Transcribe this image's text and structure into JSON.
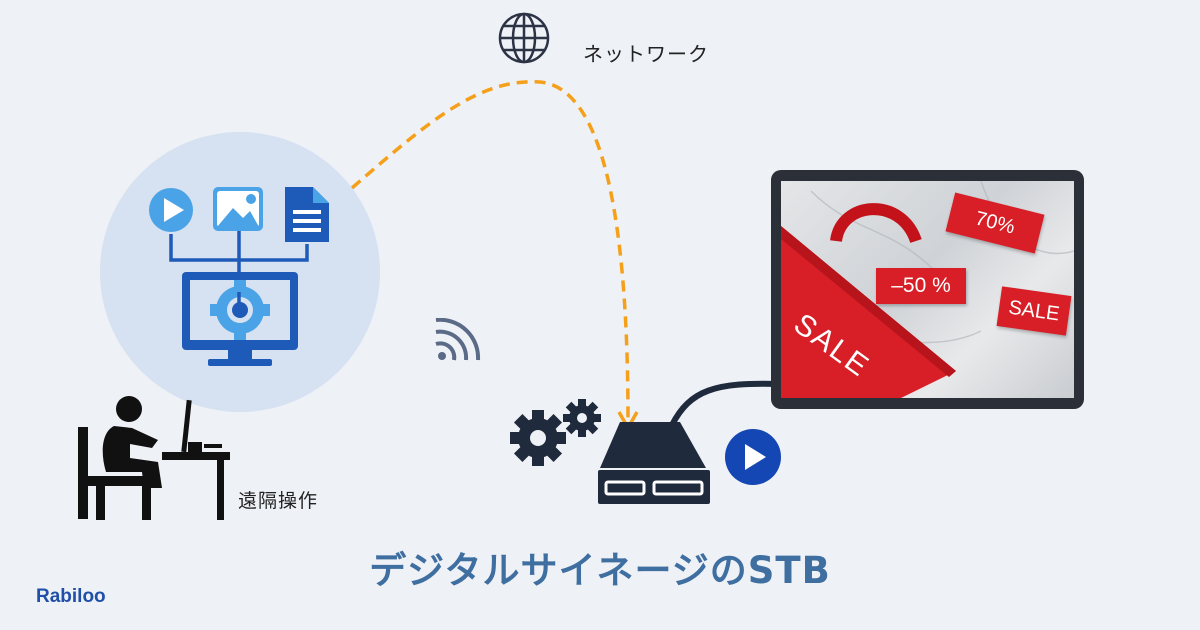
{
  "network": {
    "label": "ネットワーク",
    "icon": "globe-icon"
  },
  "remote": {
    "label": "遠隔操作",
    "icon": "person-at-desk-icon"
  },
  "cms": {
    "icons": [
      "play-icon",
      "image-icon",
      "document-icon",
      "monitor-gear-icon"
    ]
  },
  "stb": {
    "icon": "set-top-box-icon",
    "gears_icon": "gears-icon",
    "play_icon": "play-circle-icon"
  },
  "display": {
    "tags": {
      "tag_70": "70%",
      "tag_50": "–50 %",
      "tag_sale": "SALE"
    },
    "bag_text": "SALE"
  },
  "title": "デジタルサイネージのSTB",
  "brand": "Rabiloo",
  "colors": {
    "accent_orange": "#f5a01a",
    "title_blue": "#3f6ea0",
    "icon_blue": "#1e5bb8",
    "light_blue": "#4aa3e6",
    "sale_red": "#d81f27",
    "circle_bg": "#d6e1f1"
  }
}
